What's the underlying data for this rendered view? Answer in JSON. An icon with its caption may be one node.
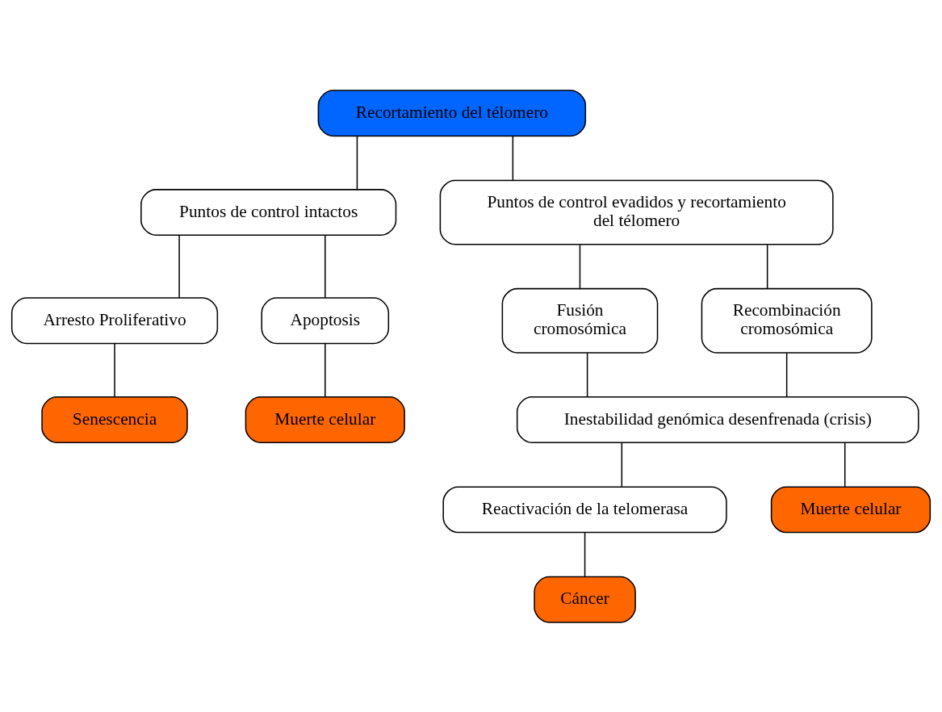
{
  "diagram": {
    "nodes": [
      {
        "text": [
          "Recortamiento del télomero"
        ]
      },
      {
        "text": [
          "Puntos de control intactos"
        ]
      },
      {
        "text": [
          "Puntos de control evadidos y recortamiento del télomero"
        ]
      },
      {
        "text": [
          "Arresto Proliferativo"
        ]
      },
      {
        "text": [
          "Apoptosis"
        ]
      },
      {
        "text": [
          "Fusión cromosómica"
        ]
      },
      {
        "text": [
          "Recombinación cromosómica"
        ]
      },
      {
        "text": [
          "Senescencia"
        ]
      },
      {
        "text": [
          "Muerte celular"
        ]
      },
      {
        "text": [
          "Inestabilidad genómica desenfrenada (crisis)"
        ]
      },
      {
        "text": [
          "Reactivación de la telomerasa"
        ]
      },
      {
        "text": [
          "Muerte celular"
        ]
      },
      {
        "text": [
          "Cáncer"
        ]
      }
    ],
    "edges": [
      {
        "from": 0,
        "to": 1,
        "arrow": "none"
      },
      {
        "from": 0,
        "to": 2,
        "arrow": "none"
      },
      {
        "from": 1,
        "to": 3,
        "arrow": "none"
      },
      {
        "from": 1,
        "to": 4,
        "arrow": "none"
      },
      {
        "from": 2,
        "to": 5,
        "arrow": "none"
      },
      {
        "from": 2,
        "to": 6,
        "arrow": "none"
      },
      {
        "from": 3,
        "to": 7,
        "arrow": "none"
      },
      {
        "from": 4,
        "to": 8,
        "arrow": "none"
      },
      {
        "from": 5,
        "to": 9,
        "arrow": "none"
      },
      {
        "from": 6,
        "to": 9,
        "arrow": "none"
      },
      {
        "from": 9,
        "to": 10,
        "arrow": "none"
      },
      {
        "from": 9,
        "to": 11,
        "arrow": "none"
      },
      {
        "from": 10,
        "to": 12,
        "arrow": "none"
      }
    ]
  }
}
